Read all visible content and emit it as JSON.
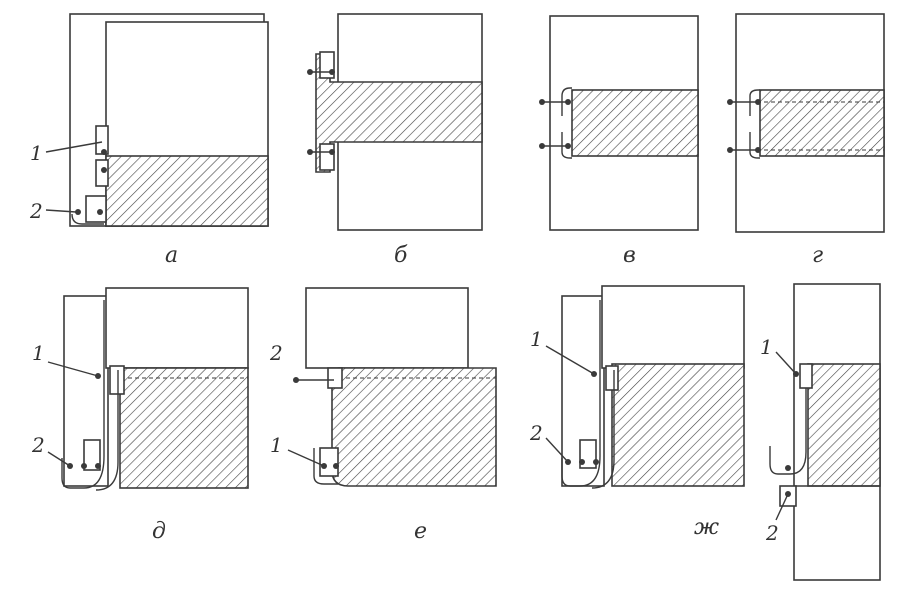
{
  "panels": [
    {
      "id": "a",
      "caption": "а"
    },
    {
      "id": "b",
      "caption": "б"
    },
    {
      "id": "v",
      "caption": "в"
    },
    {
      "id": "g",
      "caption": "г"
    },
    {
      "id": "d",
      "caption": "д"
    },
    {
      "id": "e",
      "caption": "е"
    },
    {
      "id": "zh",
      "caption": "ж"
    }
  ],
  "callouts": {
    "a": [
      "1",
      "2"
    ],
    "d": [
      "1",
      "2"
    ],
    "e": [
      "2",
      "1"
    ],
    "zh_left": [
      "1",
      "2"
    ],
    "zh_right": [
      "1",
      "2"
    ]
  }
}
